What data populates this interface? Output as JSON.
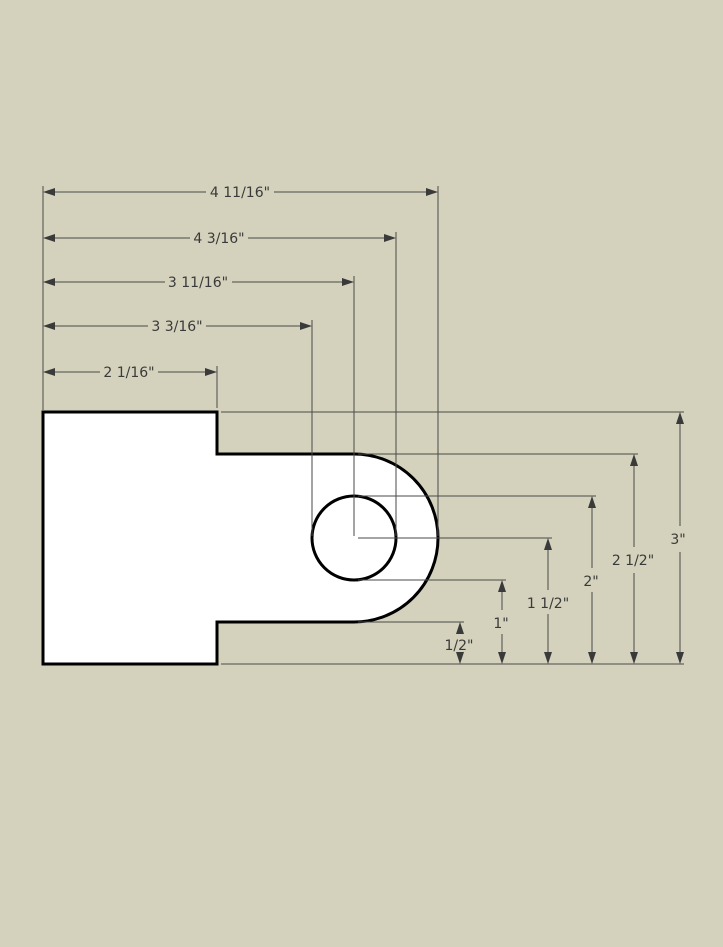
{
  "colors": {
    "background": "#d4d2bc",
    "part_fill": "#ffffff",
    "part_outline": "#000000",
    "dimension_line": "#4a4a4a"
  },
  "horizontal_dimensions": [
    {
      "label": "4 11/16\""
    },
    {
      "label": "4 3/16\""
    },
    {
      "label": "3 11/16\""
    },
    {
      "label": "3 3/16\""
    },
    {
      "label": "2 1/16\""
    }
  ],
  "vertical_dimensions": [
    {
      "label": "3\""
    },
    {
      "label": "2 1/2\""
    },
    {
      "label": "2\""
    },
    {
      "label": "1 1/2\""
    },
    {
      "label": "1\""
    },
    {
      "label": "1/2\""
    }
  ]
}
